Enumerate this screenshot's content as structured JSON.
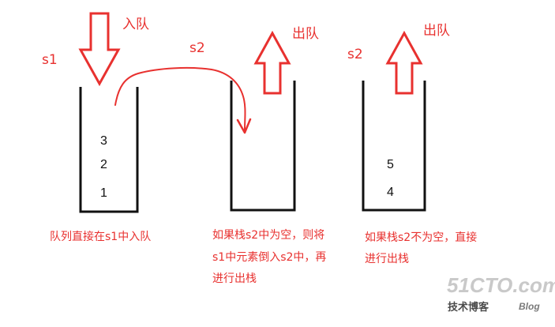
{
  "colors": {
    "accent": "#e8312f",
    "ink": "#111111"
  },
  "labels": {
    "enqueue": "入队",
    "dequeue_1": "出队",
    "dequeue_2": "出队",
    "s1": "s1",
    "s2_mid": "s2",
    "s2_right": "s2"
  },
  "stacks": {
    "s1": [
      "3",
      "2",
      "1"
    ],
    "s2_right": [
      "5",
      "4"
    ]
  },
  "captions": {
    "c1": [
      "队列直接在s1中入队"
    ],
    "c2": [
      "如果栈s2中为空，则将",
      "s1中元素倒入s2中，再",
      "进行出栈"
    ],
    "c3": [
      "如果栈s2不为空，直接",
      "进行出栈"
    ]
  },
  "watermark": {
    "site": "51CTO.com",
    "tagline": "技术博客",
    "blog": "Blog"
  }
}
